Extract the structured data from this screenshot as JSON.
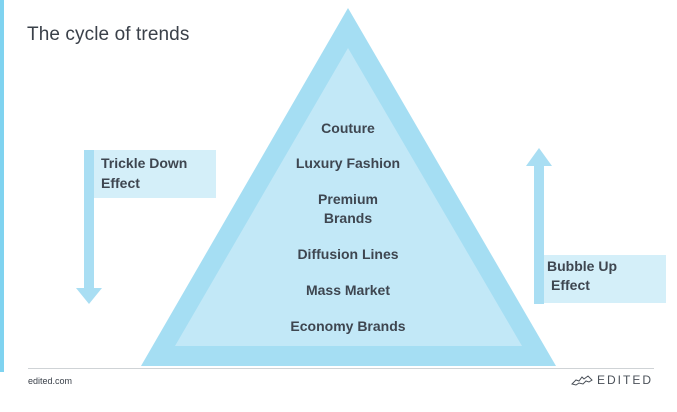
{
  "title": "The cycle of trends",
  "tiers": [
    "Couture",
    "Luxury Fashion",
    "Premium",
    "Brands",
    "Diffusion Lines",
    "Mass Market",
    "Economy Brands"
  ],
  "trickle": {
    "line1": "Trickle Down",
    "line2": "Effect"
  },
  "bubble": {
    "line1": "Bubble Up",
    "line2": "Effect"
  },
  "footer": {
    "site": "edited.com",
    "brand": "EDITED"
  },
  "colors": {
    "accent": "#7fd3f0",
    "triangle_outer": "#a5def3",
    "triangle_inner": "#c2e8f7",
    "arrow": "#a9def3",
    "flag": "#d4eff9",
    "text": "#3e4650"
  },
  "icons": {
    "brand_logo": "wolf-logo-icon"
  }
}
